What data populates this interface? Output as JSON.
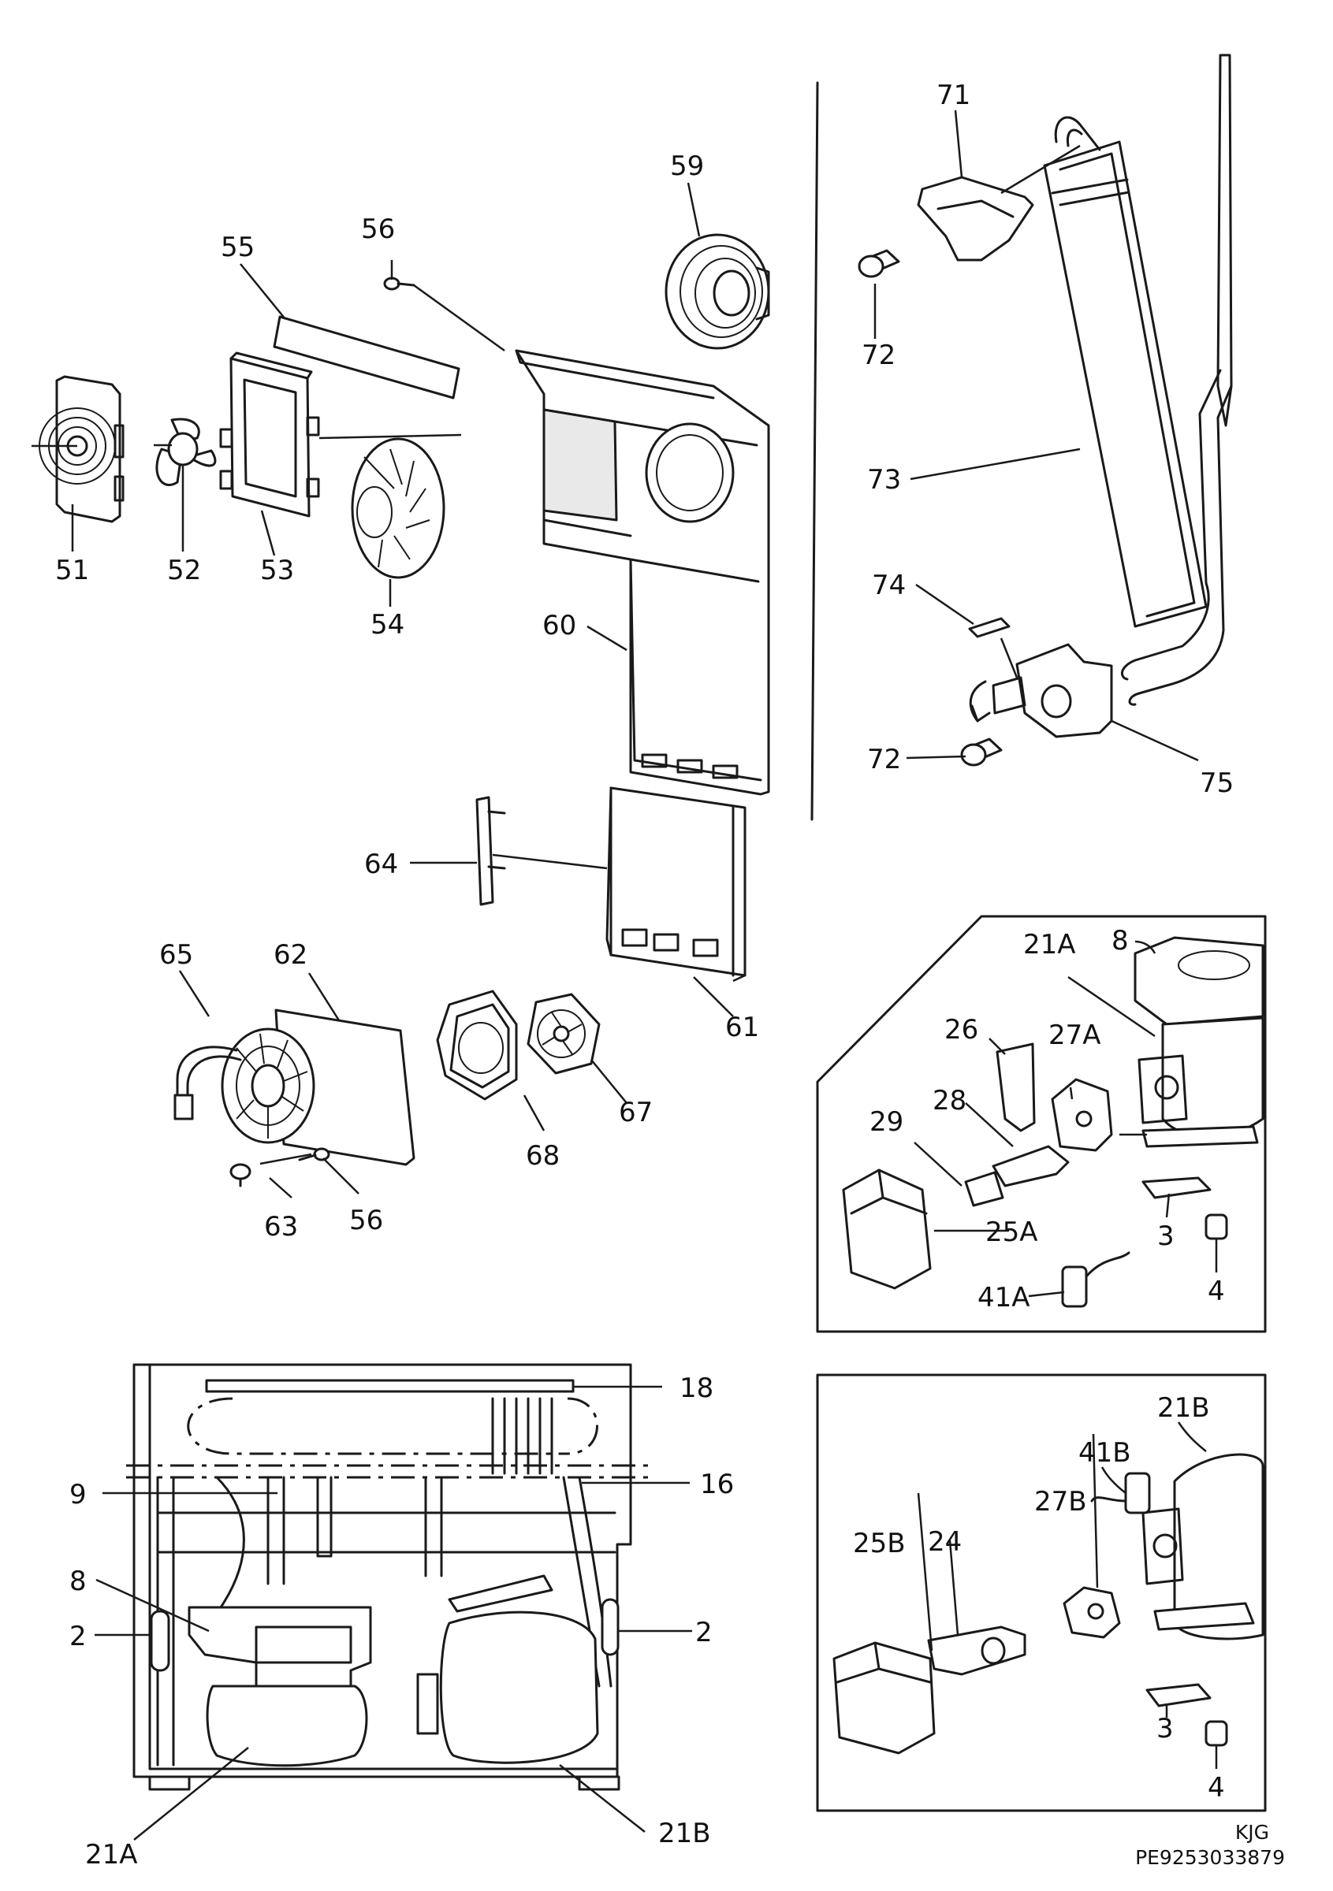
{
  "labels": {
    "l51": "51",
    "l52": "52",
    "l53": "53",
    "l54": "54",
    "l55": "55",
    "l56a": "56",
    "l59": "59",
    "l60": "60",
    "l61": "61",
    "l62": "62",
    "l63": "63",
    "l56b": "56",
    "l64": "64",
    "l65": "65",
    "l67": "67",
    "l68": "68",
    "l71": "71",
    "l72a": "72",
    "l73": "73",
    "l74": "74",
    "l72b": "72",
    "l75": "75",
    "l21A_top": "21A",
    "l8_top": "8",
    "l26": "26",
    "l27A": "27A",
    "l28": "28",
    "l29": "29",
    "l25A": "25A",
    "l3_a": "3",
    "l4_a": "4",
    "l41A": "41A",
    "l18": "18",
    "l16": "16",
    "l9": "9",
    "l8_bot": "8",
    "l2_left": "2",
    "l2_right": "2",
    "l21A_bot": "21A",
    "l21B_bot": "21B",
    "l21B_top": "21B",
    "l41B": "41B",
    "l27B": "27B",
    "l25B": "25B",
    "l24": "24",
    "l3_b": "3",
    "l4_b": "4"
  },
  "footer": {
    "initials": "KJG",
    "ref": "PE9253033879"
  }
}
